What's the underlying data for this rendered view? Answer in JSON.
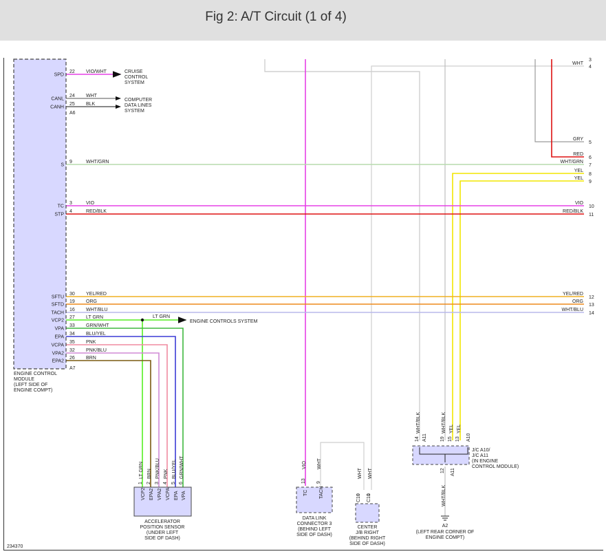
{
  "title": "Fig 2: A/T Circuit (1 of 4)",
  "diagram_id": "234370",
  "colors": {
    "violet": "#e640e6",
    "red": "#dd1111",
    "wht_grn": "#b7dcae",
    "yellow": "#f2e600",
    "yel_red": "#f0b020",
    "orange": "#ee8a1a",
    "wht_blu": "#b8b8ec",
    "lt_grn": "#55ee22",
    "grn_wht": "#3fb83f",
    "blu_yel": "#3c3cd6",
    "pnk": "#f08aa0",
    "pnk_blu": "#d08ad6",
    "brn": "#7a5a10",
    "wht": "#cfcfcf",
    "gry": "#9a9a9a",
    "box_fill": "#d8d8ff"
  },
  "ecm": {
    "label_lines": [
      "ENGINE CONTROL",
      "MODULE",
      "(LEFT SIDE OF",
      "ENGINE COMPT)"
    ],
    "conn_a6": "A6",
    "conn_a7": "A7",
    "pins": [
      {
        "label": "SPD",
        "num": "22",
        "wire": "VIO/WHT"
      },
      {
        "label": "CANL",
        "num": "24",
        "wire": "WHT"
      },
      {
        "label": "CANH",
        "num": "25",
        "wire": "BLK"
      },
      {
        "label": "S",
        "num": "9",
        "wire": "WHT/GRN"
      },
      {
        "label": "TC",
        "num": "3",
        "wire": "VIO"
      },
      {
        "label": "STP",
        "num": "4",
        "wire": "RED/BLK"
      },
      {
        "label": "SFTU",
        "num": "30",
        "wire": "YEL/RED"
      },
      {
        "label": "SFTD",
        "num": "19",
        "wire": "ORG"
      },
      {
        "label": "TACH",
        "num": "16",
        "wire": "WHT/BLU"
      },
      {
        "label": "VCP2",
        "num": "27",
        "wire": "LT GRN"
      },
      {
        "label": "VPA",
        "num": "33",
        "wire": "GRN/WHT"
      },
      {
        "label": "EPA",
        "num": "34",
        "wire": "BLU/YEL"
      },
      {
        "label": "VCPA",
        "num": "35",
        "wire": "PNK"
      },
      {
        "label": "VPA2",
        "num": "32",
        "wire": "PNK/BLU"
      },
      {
        "label": "EPA2",
        "num": "26",
        "wire": "BRN"
      }
    ]
  },
  "destinations": {
    "cruise": [
      "CRUISE",
      "CONTROL",
      "SYSTEM"
    ],
    "computer": [
      "COMPUTER",
      "DATA LINES",
      "SYSTEM"
    ],
    "engine_controls": "ENGINE CONTROLS SYSTEM",
    "lt_grn_branch": "LT GRN"
  },
  "right_edge": [
    {
      "num": "3",
      "wire": ""
    },
    {
      "num": "4",
      "wire": "WHT"
    },
    {
      "num": "5",
      "wire": "GRY"
    },
    {
      "num": "6",
      "wire": "RED"
    },
    {
      "num": "7",
      "wire": "WHT/GRN"
    },
    {
      "num": "8",
      "wire": "YEL"
    },
    {
      "num": "9",
      "wire": "YEL"
    },
    {
      "num": "10",
      "wire": "VIO"
    },
    {
      "num": "11",
      "wire": "RED/BLK"
    },
    {
      "num": "12",
      "wire": "YEL/RED"
    },
    {
      "num": "13",
      "wire": "ORG"
    },
    {
      "num": "14",
      "wire": "WHT/BLU"
    }
  ],
  "aps": {
    "label_lines": [
      "ACCELERATOR",
      "POSITION SENSOR",
      "(UNDER LEFT",
      "SIDE OF DASH)"
    ],
    "pins": [
      {
        "num": "1",
        "label": "VCP2",
        "wire": "LT GRN"
      },
      {
        "num": "2",
        "label": "EPA2",
        "wire": "BRN"
      },
      {
        "num": "3",
        "label": "VPA2",
        "wire": "PNK/BLU"
      },
      {
        "num": "4",
        "label": "VCPA",
        "wire": "PNK"
      },
      {
        "num": "5",
        "label": "EPA",
        "wire": "BLU/YEL"
      },
      {
        "num": "6",
        "label": "VPA",
        "wire": "GRN/WHT"
      }
    ]
  },
  "dlc3": {
    "label_lines": [
      "DATA LINK",
      "CONNECTOR 3",
      "(BEHIND LEFT",
      "SIDE OF DASH)"
    ],
    "pins": [
      {
        "num": "13",
        "label": "TC",
        "wire": "VIO"
      },
      {
        "num": "9",
        "label": "TACH",
        "wire": "WHT"
      }
    ]
  },
  "jb": {
    "label_lines": [
      "CENTER",
      "J/B RIGHT",
      "(BEHIND RIGHT",
      "SIDE OF DASH)"
    ],
    "pins": [
      {
        "num": "9",
        "conn": "C10",
        "wire": "WHT"
      },
      {
        "num": "1",
        "conn": "C10",
        "wire": "WHT"
      }
    ]
  },
  "jc": {
    "label_lines": [
      "J/C A10/",
      "J/C A11",
      "(IN ENGINE",
      "CONTROL MODULE)"
    ],
    "top_pins": [
      {
        "num": "14",
        "conn": "A11",
        "wire": "WHT/BLK"
      },
      {
        "num": "19",
        "conn": "A11",
        "wire": "WHT/BLK"
      },
      {
        "num": "15",
        "conn": "A11",
        "wire": "YEL"
      },
      {
        "num": "13",
        "conn": "A10",
        "wire": "YEL"
      }
    ],
    "bottom_pin": {
      "num": "12",
      "conn": "A11",
      "wire": "WHT/BLK"
    }
  },
  "ground": {
    "id": "A2",
    "label_lines": [
      "(LEFT REAR CORNER OF",
      "ENGINE COMPT)"
    ]
  }
}
